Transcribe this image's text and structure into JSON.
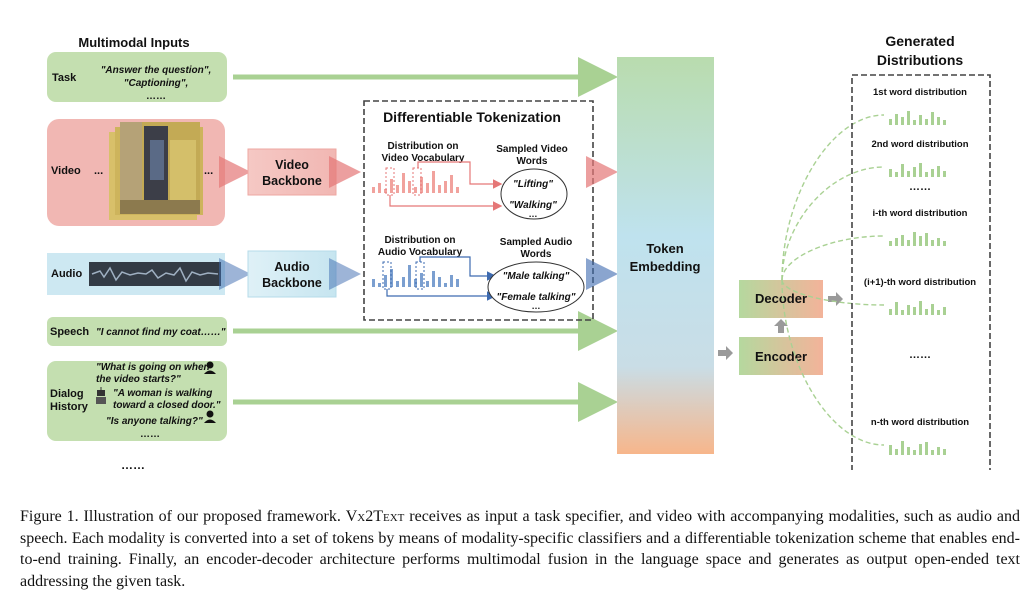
{
  "inputs_title": "Multimodal Inputs",
  "rows": {
    "task": {
      "label": "Task",
      "text_lines": [
        "\"Answer the question\",",
        "\"Captioning\",",
        "……"
      ]
    },
    "video": {
      "label": "Video",
      "dots_left": "...",
      "dots_right": "..."
    },
    "audio": {
      "label": "Audio"
    },
    "speech": {
      "label": "Speech",
      "text": "\"I cannot find my coat……\""
    },
    "dialog": {
      "label_lines": [
        "Dialog",
        "History"
      ],
      "utterances": [
        {
          "lines": [
            "\"What is going on when",
            "the video starts?\""
          ],
          "speaker": "user-icon"
        },
        {
          "lines": [
            "\"A woman is walking",
            "toward a closed door.\""
          ],
          "speaker": "robot-icon"
        },
        {
          "lines": [
            "\"Is anyone talking?\""
          ],
          "speaker": "user-icon"
        }
      ],
      "more": "……"
    },
    "more": "……"
  },
  "video_backbone_lines": [
    "Video",
    "Backbone"
  ],
  "audio_backbone_lines": [
    "Audio",
    "Backbone"
  ],
  "tokenization": {
    "title": "Differentiable Tokenization",
    "video_dist_lines": [
      "Distribution on",
      "Video Vocabulary"
    ],
    "video_words_title_lines": [
      "Sampled Video",
      "Words"
    ],
    "video_words": [
      "\"Lifting\"",
      "\"Walking\"",
      "…"
    ],
    "audio_dist_lines": [
      "Distribution on",
      "Audio Vocabulary"
    ],
    "audio_words_title_lines": [
      "Sampled Audio",
      "Words"
    ],
    "audio_words": [
      "\"Male talking\"",
      "\"Female talking\"",
      "…"
    ]
  },
  "token_embedding_lines": [
    "Token",
    "Embedding"
  ],
  "decoder": "Decoder",
  "encoder": "Encoder",
  "outputs": {
    "title_lines": [
      "Generated",
      "Distributions"
    ],
    "items": [
      {
        "label": "1st word distribution",
        "bars": [
          0.4,
          0.7,
          0.5,
          0.9,
          0.3,
          0.6,
          0.4,
          0.8,
          0.5,
          0.3
        ]
      },
      {
        "label": "2nd word distribution",
        "bars": [
          0.5,
          0.3,
          0.8,
          0.4,
          0.6,
          0.9,
          0.3,
          0.5,
          0.7,
          0.4
        ]
      },
      {
        "label": "……",
        "bars": []
      },
      {
        "label": "i-th word distribution",
        "bars": [
          0.3,
          0.5,
          0.7,
          0.4,
          0.9,
          0.6,
          0.8,
          0.4,
          0.5,
          0.3
        ]
      },
      {
        "label": "(i+1)-th word distribution",
        "bars": [
          0.4,
          0.8,
          0.3,
          0.6,
          0.5,
          0.9,
          0.4,
          0.7,
          0.3,
          0.5
        ]
      },
      {
        "label": "……",
        "bars": []
      },
      {
        "label": "n-th word distribution",
        "bars": [
          0.6,
          0.4,
          0.9,
          0.5,
          0.3,
          0.7,
          0.8,
          0.3,
          0.5,
          0.4
        ]
      }
    ]
  },
  "caption": {
    "prefix": "Figure 1. Illustration of our proposed framework. ",
    "name": "Vx2Text",
    "body": " receives as input a task specifier, and video with accompanying modalities, such as audio and speech. Each modality is converted into a set of tokens by means of modality-specific classifiers and a differentiable tokenization scheme that enables end-to-end training. Finally, an encoder-decoder architecture performs multimodal fusion in the language space and generates as output open-ended text addressing the given task."
  },
  "colors": {
    "green_box": "#c4dfb0",
    "green_bar": "#a9d193",
    "pink_box": "#f1b7b3",
    "blue_box": "#cde8f2",
    "video_red": "#e57777",
    "audio_blue": "#3e6bb0",
    "arrow_grey": "#9a9a9a"
  }
}
